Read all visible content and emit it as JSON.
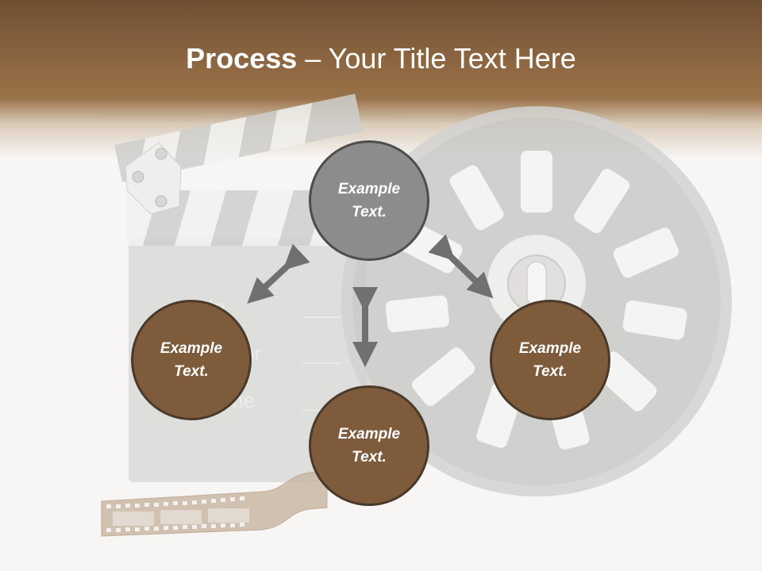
{
  "slide": {
    "title_bold": "Process",
    "title_rest": " – Your Title Text Here"
  },
  "clapboard_labels": [
    "tle",
    "ctor",
    "ne"
  ],
  "nodes": {
    "top": "Example Text.",
    "left": "Example Text.",
    "right": "Example Text.",
    "bottom": "Example Text."
  },
  "colors": {
    "header_brown": "#8a6440",
    "node_brown": "#7e5c3b",
    "node_grey": "#8c8c8c",
    "arrow": "#707070"
  }
}
